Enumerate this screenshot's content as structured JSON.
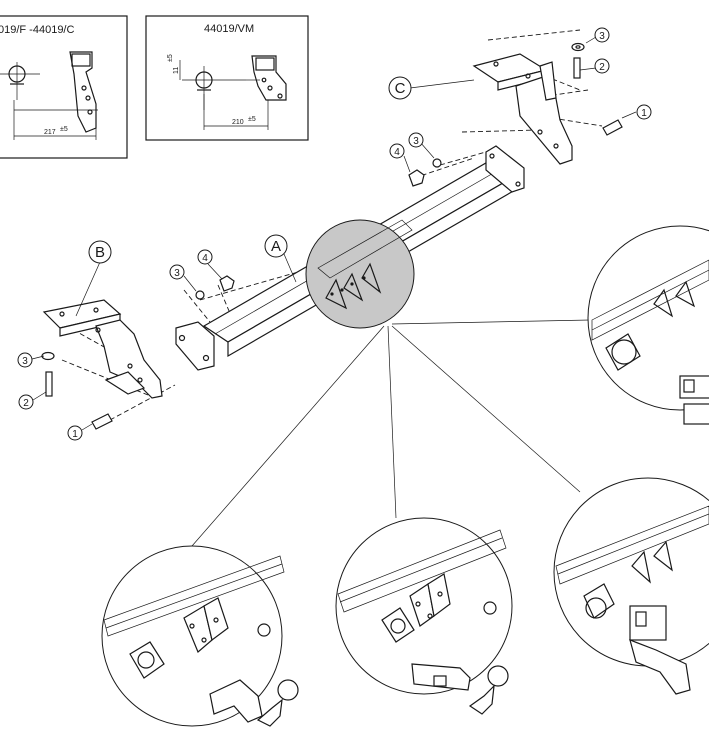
{
  "detail_boxes": [
    {
      "title": "019/F -44019/C",
      "dimension": "217",
      "tolerance": "±5"
    },
    {
      "title": "44019/VM",
      "dimension": "210",
      "tolerance": "±5",
      "side_dimension": "11",
      "side_tolerance": "±5"
    }
  ],
  "part_labels": {
    "A": "A",
    "B": "B",
    "C": "C"
  },
  "callout_numbers": {
    "c_3": "3",
    "c_2": "2",
    "c_1": "1",
    "mid_3": "3",
    "mid_4": "4",
    "left_3": "3",
    "left_4": "4",
    "b_3": "3",
    "b_2": "2",
    "b_1": "1"
  },
  "colors": {
    "line": "#1a1a1a",
    "magnifier_fill": "#c8c8c8",
    "background": "#ffffff"
  }
}
